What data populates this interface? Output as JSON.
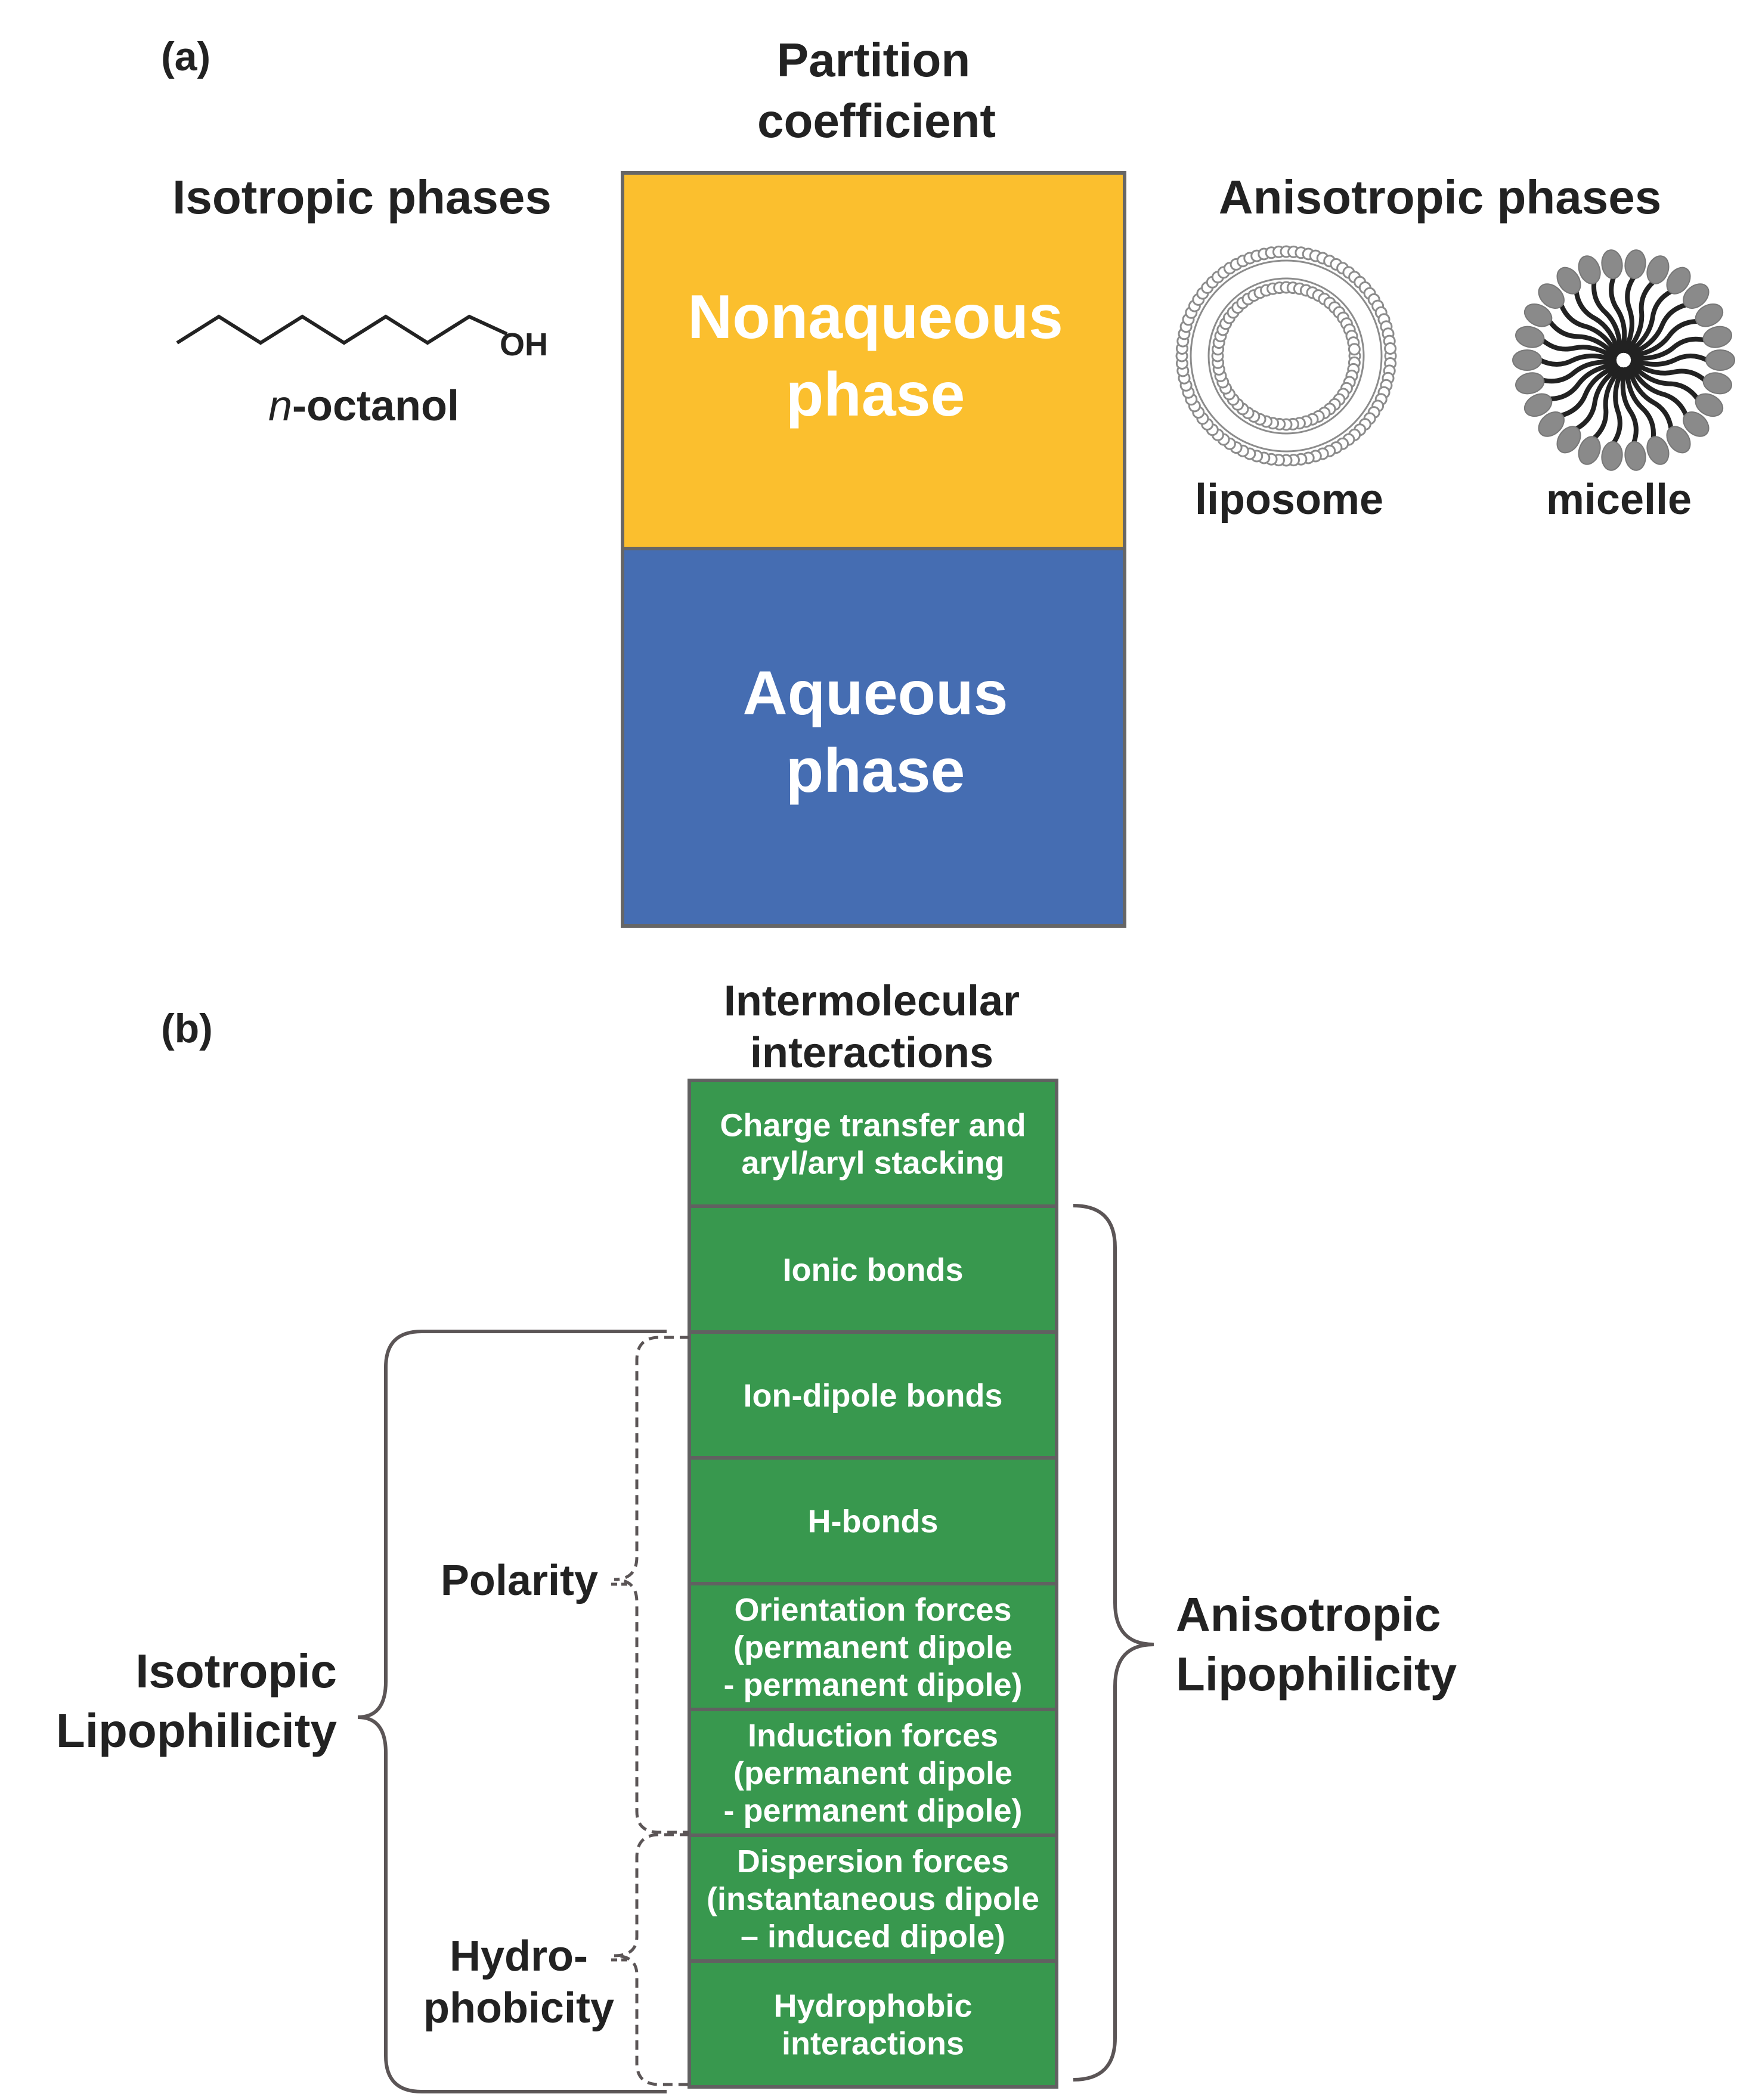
{
  "panel_a": {
    "label": "(a)",
    "center_title": [
      "Partition",
      "coefficient"
    ],
    "left_title": "Isotropic phases",
    "right_title": "Anisotropic phases",
    "octanol": {
      "prefix": "n",
      "name": "-octanol",
      "oh": "OH"
    },
    "nonaqueous_phase": [
      "Nonaqueous",
      "phase"
    ],
    "aqueous_phase": [
      "Aqueous",
      "phase"
    ],
    "liposome_label": "liposome",
    "micelle_label": "micelle",
    "colors": {
      "nonaqueous": "#fbbf2e",
      "aqueous": "#456db2",
      "border": "#666666",
      "lipid": "#8c8c8c"
    }
  },
  "panel_b": {
    "label": "(b)",
    "center_title": [
      "Intermolecular",
      "interactions"
    ],
    "boxes": [
      [
        "Charge transfer and",
        "aryl/aryl stacking"
      ],
      [
        "Ionic bonds"
      ],
      [
        "Ion-dipole bonds"
      ],
      [
        "H-bonds"
      ],
      [
        "Orientation forces",
        "(permanent dipole",
        "- permanent dipole)"
      ],
      [
        "Induction forces",
        "(permanent dipole",
        "- permanent dipole)"
      ],
      [
        "Dispersion forces",
        "(instantaneous dipole",
        "– induced dipole)"
      ],
      [
        "Hydrophobic",
        "interactions"
      ]
    ],
    "polarity": "Polarity",
    "hydrophobicity": [
      "Hydro-",
      "phobicity"
    ],
    "isotropic_lipophilicity": [
      "Isotropic",
      "Lipophilicity"
    ],
    "anisotropic_lipophilicity": [
      "Anisotropic",
      "Lipophilicity"
    ],
    "colors": {
      "box": "#38984e",
      "box_border": "#616161",
      "brace": "#5b5556"
    }
  }
}
